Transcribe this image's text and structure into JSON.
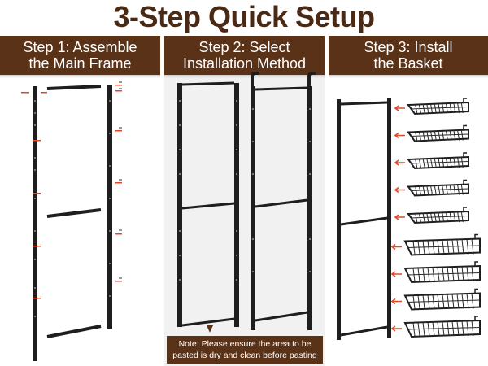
{
  "page": {
    "title": "3-Step Quick Setup"
  },
  "steps": [
    {
      "line1": "Step 1: Assemble",
      "line2": "the Main Frame"
    },
    {
      "line1": "Step 2: Select",
      "line2": "Installation Method"
    },
    {
      "line1": "Step 3: Install",
      "line2": "the Basket"
    }
  ],
  "note": {
    "line1": "Note: Please ensure the area to be",
    "line2": "pasted is dry and clean before pasting"
  },
  "colors": {
    "header_bg": "#5a3218",
    "title_text": "#4a2a14",
    "frame": "#1e1e1e",
    "arrow": "#e0482a"
  },
  "baskets": {
    "count": 9
  }
}
